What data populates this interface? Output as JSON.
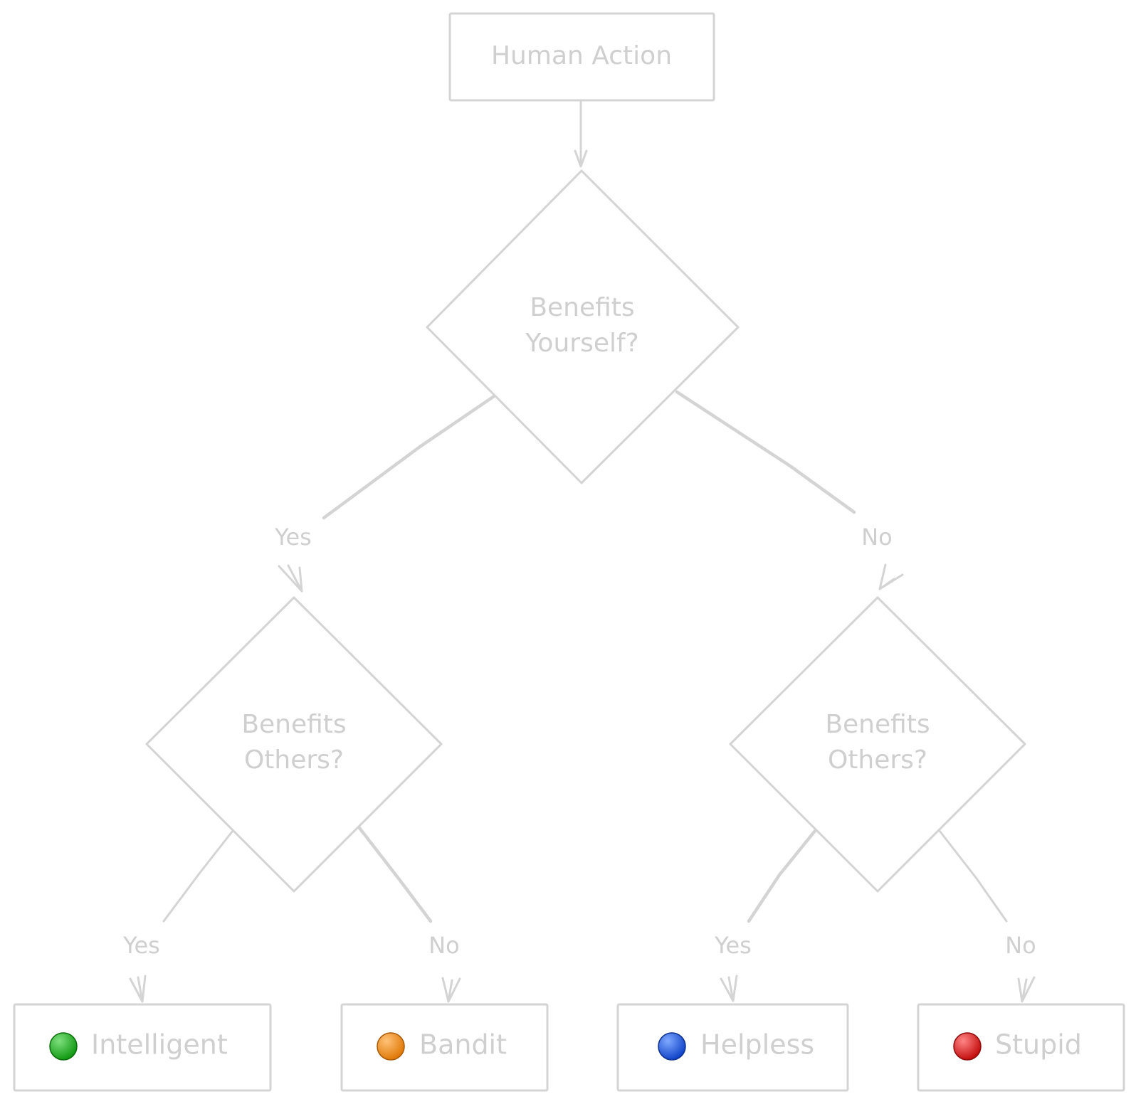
{
  "nodes": {
    "root": {
      "label": "Human Action"
    },
    "q_self": {
      "line1": "Benefits",
      "line2": "Yourself?"
    },
    "q_others_left": {
      "line1": "Benefits",
      "line2": "Others?"
    },
    "q_others_right": {
      "line1": "Benefits",
      "line2": "Others?"
    }
  },
  "edges": {
    "self_yes": "Yes",
    "self_no": "No",
    "left_yes": "Yes",
    "left_no": "No",
    "right_yes": "Yes",
    "right_no": "No"
  },
  "outcomes": [
    {
      "label": "Intelligent",
      "color": "#1fae1f",
      "icon": "green-circle-icon"
    },
    {
      "label": "Bandit",
      "color": "#f08a12",
      "icon": "orange-circle-icon"
    },
    {
      "label": "Helpless",
      "color": "#1f5fe0",
      "icon": "blue-circle-icon"
    },
    {
      "label": "Stupid",
      "color": "#e01a1a",
      "icon": "red-circle-icon"
    }
  ]
}
